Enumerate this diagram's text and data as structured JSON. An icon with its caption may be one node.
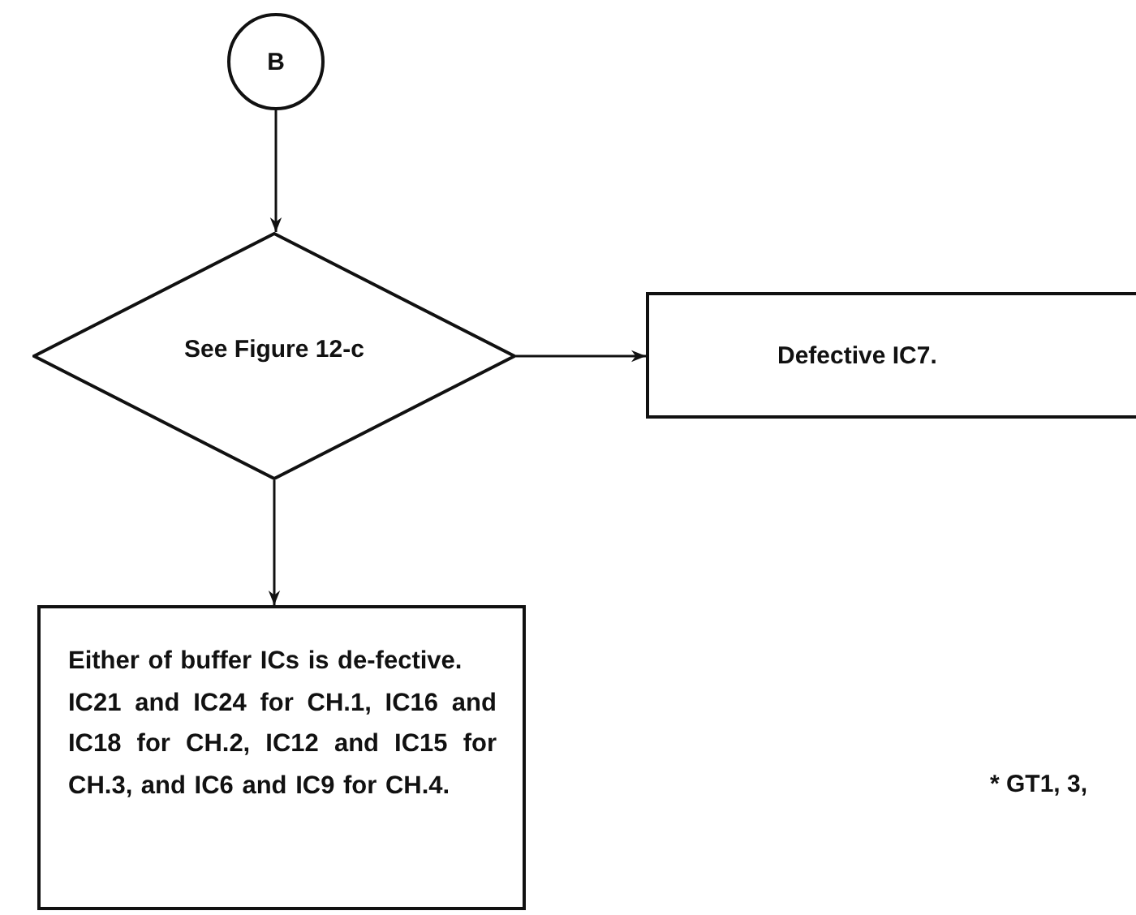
{
  "diagram": {
    "nodes": [
      {
        "text": [
          "B"
        ]
      },
      {
        "text": [
          "See Figure 12-c"
        ]
      },
      {
        "text": [
          "Defective IC7."
        ]
      },
      {
        "text": [
          "Either of buffer ICs is de-fective.",
          "IC21 and IC24 for CH.1, IC16 and IC18 for CH.2, IC12 and IC15 for CH.3, and IC6 and IC9 for CH.4."
        ]
      }
    ],
    "edges": [
      {
        "from": 0,
        "to": 1,
        "arrow": "to"
      },
      {
        "from": 1,
        "to": 2,
        "arrow": "to"
      },
      {
        "from": 1,
        "to": 3,
        "arrow": "to"
      }
    ],
    "labels": [
      "* GT1, 3,"
    ]
  }
}
